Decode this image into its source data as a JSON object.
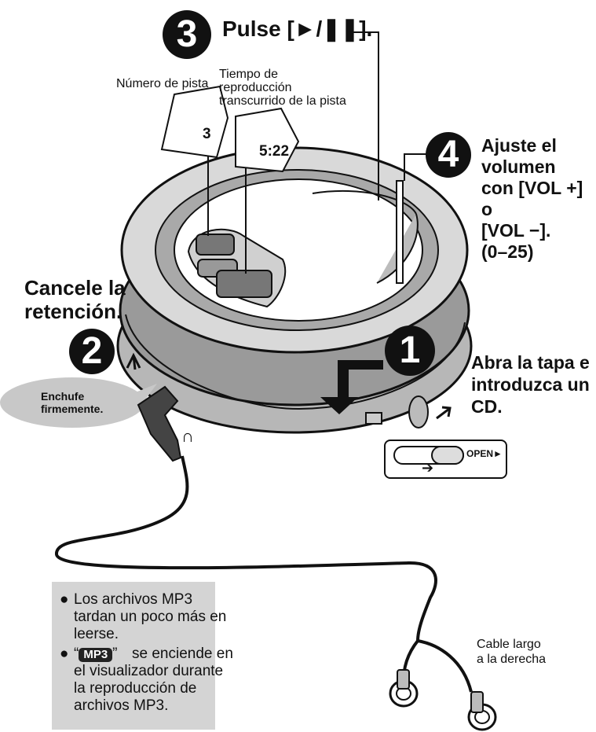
{
  "steps": {
    "step1": {
      "number": "1",
      "instruction": "Abra la tapa e\nintroduzca un\nCD."
    },
    "step2": {
      "number": "2",
      "instruction": "Cancele la\nretención."
    },
    "step3": {
      "number": "3",
      "instruction": "Pulse [►/❚❚]."
    },
    "step4": {
      "number": "4",
      "instruction": "Ajuste el\nvolumen\ncon [VOL +]\no\n[VOL −].\n(0–25)"
    }
  },
  "labels": {
    "track_number": "Número de pista",
    "elapsed_time": "Tiempo de\nreproducción\ntranscurrido de la pista",
    "plug_firmly": "Enchufe\nfirmemente.",
    "long_cable": "Cable largo\na la derecha",
    "open_switch": "OPEN►",
    "open_arrow": "➔"
  },
  "display": {
    "track_value": "3",
    "time_value": "5:22"
  },
  "notes": {
    "note1": "Los archivos MP3\ntardan un poco más en\nleerse.",
    "note2_badge": "MP3",
    "note2_text": "se enciende en\nel visualizador durante\nla reproducción de\narchivos MP3."
  },
  "icons": [
    "headphone-icon",
    "arrow-icon",
    "earphone-icon"
  ],
  "colors": {
    "badge": "#111111",
    "note_bg": "#d4d4d4",
    "plug_bubble": "#c8c8c8",
    "player_gray": "#9a9a9a"
  }
}
